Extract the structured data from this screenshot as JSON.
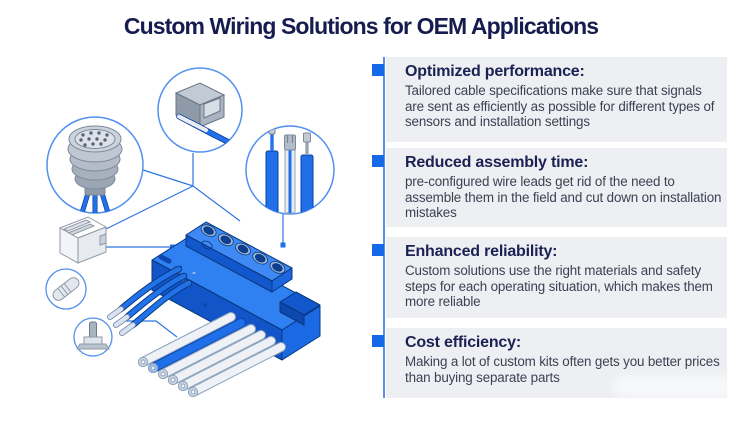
{
  "title": "Custom Wiring Solutions for OEM Applications",
  "benefits": [
    {
      "heading": "Optimized performance:",
      "body": "Tailored cable specifications make sure that signals are sent as efficiently as possible for different types of sensors and installation settings"
    },
    {
      "heading": "Reduced assembly time:",
      "body": "pre-configured wire leads get rid of the need to assemble them in the field and cut down on installation mistakes"
    },
    {
      "heading": "Enhanced reliability:",
      "body": "Custom solutions use the right materials and safety steps for each operating situation, which makes them more reliable"
    },
    {
      "heading": "Cost efficiency:",
      "body": "Making a lot of custom kits often gets you better prices than buying separate parts"
    }
  ],
  "colors": {
    "title_text": "#171c4e",
    "heading_text": "#1b2153",
    "body_text": "#3b4254",
    "panel_bg": "#edeff2",
    "accent_blue": "#1569e6",
    "divider_blue": "#5b8fe8",
    "illustration_blue": "#1f6fe8",
    "illustration_dark_blue": "#0a3f9e",
    "illustration_gray": "#aab4c1"
  },
  "illustration": {
    "alt": "Isometric wiring-harness diagram: terminal manifold block with callout circles",
    "components": [
      {
        "name": "board-connector-with-wires"
      },
      {
        "name": "multi-pin-circular-connector"
      },
      {
        "name": "stripped-wire-ends"
      },
      {
        "name": "fuse-component"
      },
      {
        "name": "terminal-pin"
      },
      {
        "name": "connector-housing-outline"
      },
      {
        "name": "terminal-manifold-block"
      },
      {
        "name": "cable-bundle"
      }
    ]
  }
}
